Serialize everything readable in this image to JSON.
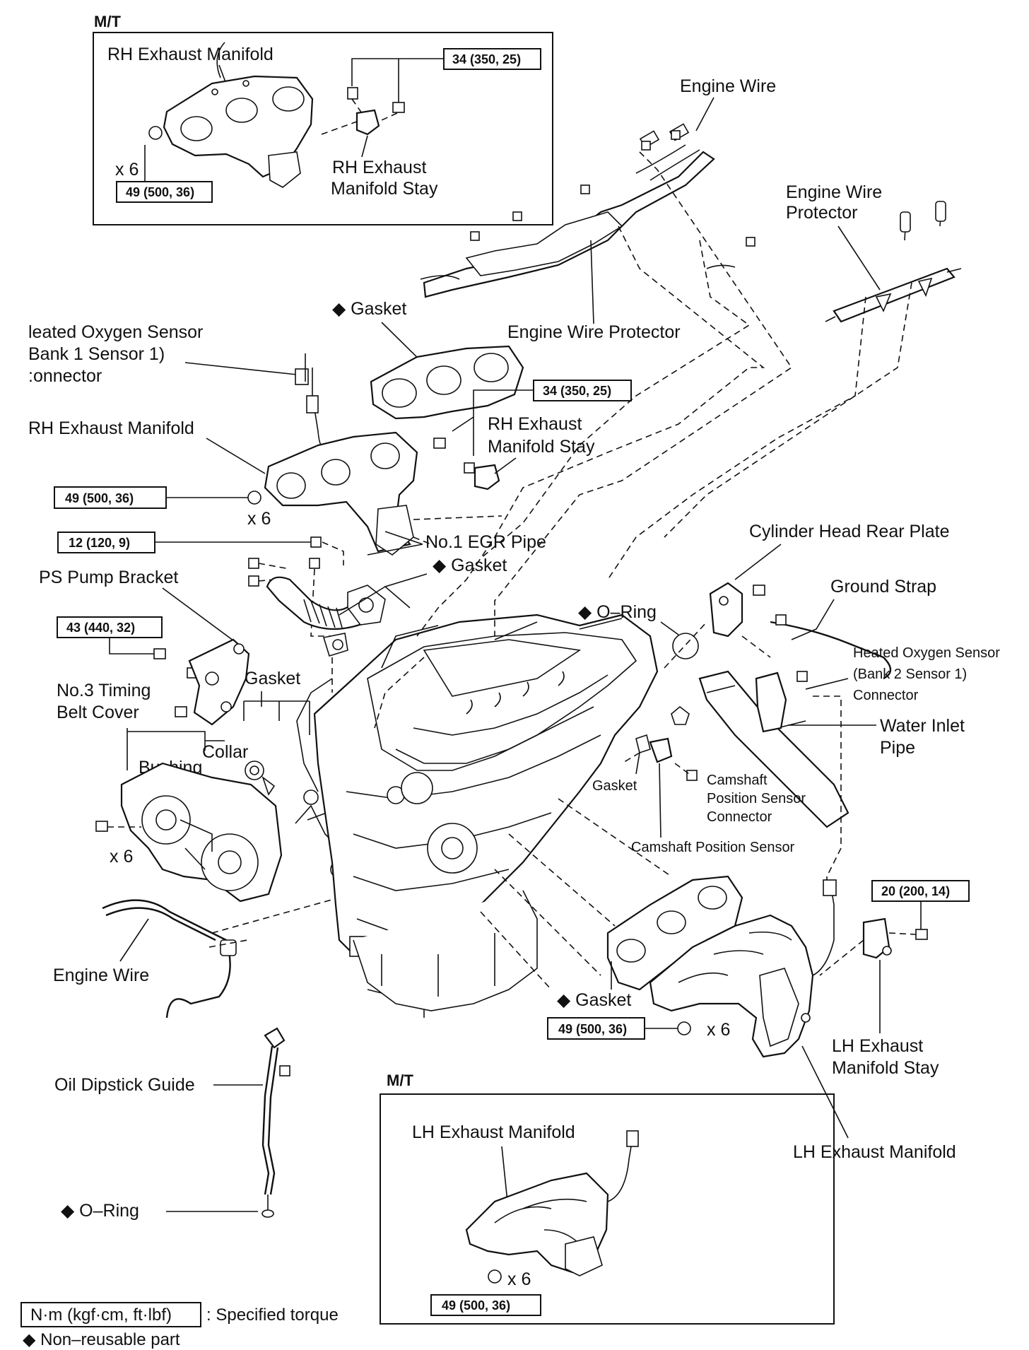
{
  "inset_rh": {
    "heading": "M/T",
    "manifold": "RH Exhaust Manifold",
    "qty": "x 6",
    "torque_bolts": "49 (500, 36)",
    "torque_stay": "34 (350, 25)",
    "stay_line1": "RH Exhaust",
    "stay_line2": "Manifold Stay"
  },
  "inset_lh": {
    "heading": "M/T",
    "manifold": "LH Exhaust Manifold",
    "qty": "x 6",
    "torque_bolts": "49 (500, 36)"
  },
  "torques": {
    "rh_manifold_main": "49 (500, 36)",
    "rh_stay_main": "34 (350, 25)",
    "egr_pipe": "12 (120, 9)",
    "ps_bracket": "43 (440, 32)",
    "lh_manifold_main": "49 (500, 36)",
    "lh_stay": "20 (200, 14)"
  },
  "labels": {
    "engine_wire_top": "Engine Wire",
    "engine_wire_protector": "Engine Wire Protector",
    "engine_wire_protector_right_1": "Engine Wire",
    "engine_wire_protector_right_2": "Protector",
    "gasket_top": "◆ Gasket",
    "ho2s_bank1_1": "leated Oxygen Sensor",
    "ho2s_bank1_2": "Bank 1 Sensor 1)",
    "ho2s_bank1_3": ":onnector",
    "rh_exhaust_manifold": "RH Exhaust Manifold",
    "qty_x6": "x 6",
    "rh_stay_1": "RH Exhaust",
    "rh_stay_2": "Manifold Stay",
    "egr_pipe": "No.1 EGR Pipe",
    "gasket_egr": "◆ Gasket",
    "ps_pump_bracket": "PS Pump Bracket",
    "no3_timing_1": "No.3 Timing",
    "no3_timing_2": "Belt Cover",
    "gasket_left": "Gasket",
    "collar": "Collar",
    "bushing": "Bushing",
    "engine_wire_lower": "Engine Wire",
    "cyl_head_rear_plate": "Cylinder Head Rear Plate",
    "ground_strap": "Ground Strap",
    "o_ring_top": "◆ O–Ring",
    "ho2s_bank2_1": "Heated Oxygen Sensor",
    "ho2s_bank2_2": "(Bank 2 Sensor 1)",
    "ho2s_bank2_3": "Connector",
    "water_inlet_1": "Water Inlet",
    "water_inlet_2": "Pipe",
    "cam_conn_1": "Camshaft",
    "cam_conn_2": "Position Sensor",
    "cam_conn_3": "Connector",
    "gasket_cam": "Gasket",
    "cam_sensor": "Camshaft Position Sensor",
    "gasket_lh": "◆ Gasket",
    "lh_exhaust_manifold": "LH Exhaust Manifold",
    "lh_stay_1": "LH Exhaust",
    "lh_stay_2": "Manifold Stay",
    "oil_dipstick_guide": "Oil Dipstick Guide",
    "o_ring_lower": "◆ O–Ring"
  },
  "legend": {
    "torque_unit": "N·m (kgf·cm, ft·lbf)",
    "torque_desc": ": Specified torque",
    "nonreusable": "◆ Non–reusable part"
  }
}
